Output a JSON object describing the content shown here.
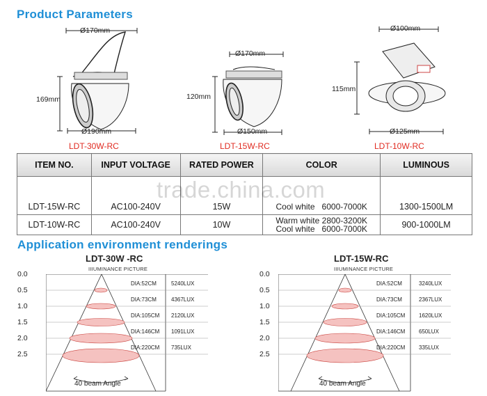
{
  "product_section_title": "Product Parameters",
  "products": [
    {
      "model": "LDT-30W-RC",
      "top_dim": "Ø170mm",
      "height_dim": "169mm",
      "bottom_dim": "Ø190mm"
    },
    {
      "model": "LDT-15W-RC",
      "top_dim": "Ø170mm",
      "height_dim": "120mm",
      "bottom_dim": "Ø150mm"
    },
    {
      "model": "LDT-10W-RC",
      "top_dim": "Ø100mm",
      "height_dim": "115mm",
      "bottom_dim": "Ø125mm"
    }
  ],
  "table": {
    "headers": [
      "ITEM NO.",
      "INPUT VOLTAGE",
      "RATED POWER",
      "COLOR",
      "LUMINOUS"
    ],
    "rows": [
      {
        "item": "LDT-15W-RC",
        "voltage": "AC100-240V",
        "power": "15W",
        "color1": "",
        "color2": "Cool white   6000-7000K",
        "lum": "1300-1500LM"
      },
      {
        "item": "LDT-10W-RC",
        "voltage": "AC100-240V",
        "power": "10W",
        "color1": "Warm white 2800-3200K",
        "color2": "Cool white   6000-7000K",
        "lum": "900-1000LM"
      }
    ]
  },
  "watermark": "trade.china.com",
  "app_section_title": "Application environment renderings",
  "cones": [
    {
      "title": "LDT-30W -RC",
      "subtitle": "IIIUMINANCE PICTURE",
      "beam_label": "40 beam Angle",
      "distances": [
        "0.0",
        "0.5",
        "1.0",
        "1.5",
        "2.0",
        "2.5"
      ],
      "rows": [
        {
          "dia": "DIA:52CM",
          "lux": "5240LUX"
        },
        {
          "dia": "DIA:73CM",
          "lux": "4367LUX"
        },
        {
          "dia": "DIA:105CM",
          "lux": "2120LUX"
        },
        {
          "dia": "DIA:146CM",
          "lux": "1091LUX"
        },
        {
          "dia": "DIA:220CM",
          "lux": "735LUX"
        }
      ]
    },
    {
      "title": "LDT-15W-RC",
      "subtitle": "IIIUMINANCE PICTURE",
      "beam_label": "40 beam Angle",
      "distances": [
        "0.0",
        "0.5",
        "1.0",
        "1.5",
        "2.0",
        "2.5"
      ],
      "rows": [
        {
          "dia": "DIA:52CM",
          "lux": "3240LUX"
        },
        {
          "dia": "DIA:73CM",
          "lux": "2367LUX"
        },
        {
          "dia": "DIA:105CM",
          "lux": "1620LUX"
        },
        {
          "dia": "DIA:146CM",
          "lux": "650LUX"
        },
        {
          "dia": "DIA:220CM",
          "lux": "335LUX"
        }
      ]
    }
  ]
}
